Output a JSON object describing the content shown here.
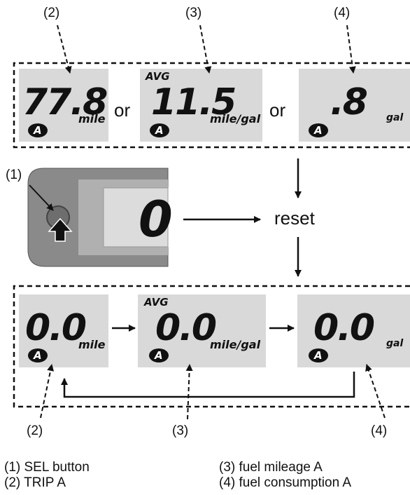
{
  "callouts_top": [
    "(2)",
    "(3)",
    "(4)"
  ],
  "callouts_bottom": [
    "(2)",
    "(3)",
    "(4)"
  ],
  "callout_sel": "(1)",
  "connector_word": "or",
  "reset_label": "reset",
  "top_panels": [
    {
      "digits": "77.8",
      "unit": "mile",
      "avg": ""
    },
    {
      "digits": "11.5",
      "unit": "mile/gal",
      "avg": "AVG"
    },
    {
      "digits": ".8",
      "unit": "gal",
      "avg": ""
    }
  ],
  "bottom_panels": [
    {
      "digits": "0.0",
      "unit": "mile",
      "avg": ""
    },
    {
      "digits": "0.0",
      "unit": "mile/gal",
      "avg": "AVG"
    },
    {
      "digits": "0.0",
      "unit": "gal",
      "avg": ""
    }
  ],
  "trip_badge": "A",
  "device_display": "0",
  "legend": {
    "left": [
      "(1) SEL button",
      "(2) TRIP A"
    ],
    "right": [
      "(3) fuel mileage A",
      "(4) fuel consumption A"
    ]
  },
  "colors": {
    "panel": "#d9d9d9",
    "device": "#8a8a8a",
    "ink": "#111111"
  }
}
